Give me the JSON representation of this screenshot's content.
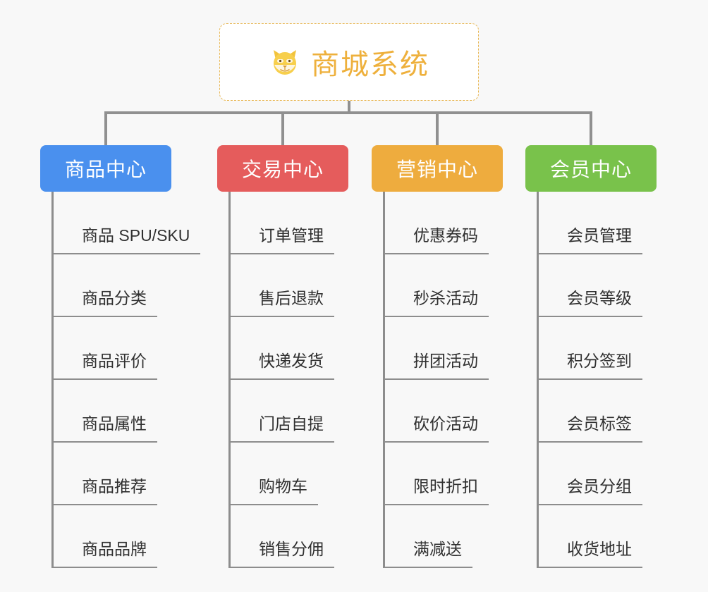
{
  "diagram": {
    "type": "mindmap-tree",
    "background_color": "#f8f8f8",
    "connector_color": "#909090",
    "root": {
      "title": "商城系统",
      "icon": "shiba-dog-face-icon",
      "text_color": "#eeb03c",
      "border_color": "#e8b857",
      "background_color": "#ffffff"
    },
    "branches": [
      {
        "label": "商品中心",
        "color": "#4a90ee",
        "items": [
          "商品 SPU/SKU",
          "商品分类",
          "商品评价",
          "商品属性",
          "商品推荐",
          "商品品牌"
        ]
      },
      {
        "label": "交易中心",
        "color": "#e55c5c",
        "items": [
          "订单管理",
          "售后退款",
          "快递发货",
          "门店自提",
          "购物车",
          "销售分佣"
        ]
      },
      {
        "label": "营销中心",
        "color": "#eeac3e",
        "items": [
          "优惠券码",
          "秒杀活动",
          "拼团活动",
          "砍价活动",
          "限时折扣",
          "满减送"
        ]
      },
      {
        "label": "会员中心",
        "color": "#79c24b",
        "items": [
          "会员管理",
          "会员等级",
          "积分签到",
          "会员标签",
          "会员分组",
          "收货地址"
        ]
      }
    ]
  }
}
